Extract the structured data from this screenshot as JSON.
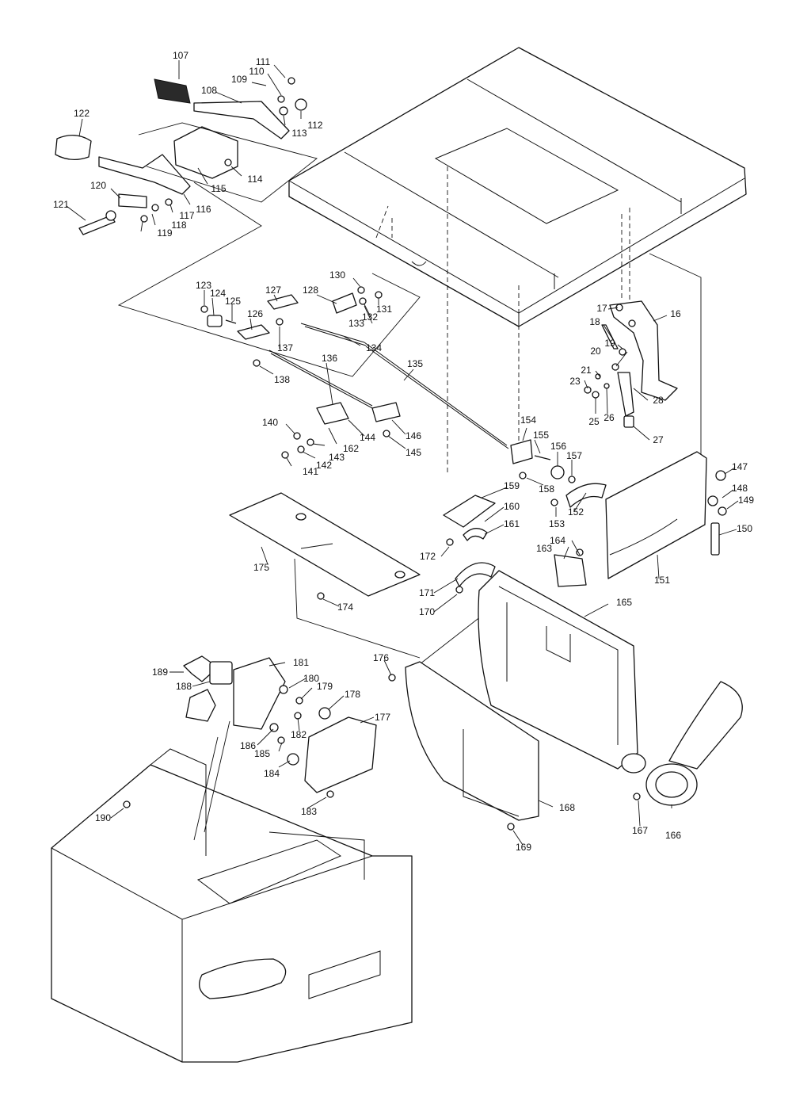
{
  "labels": {
    "p16": "16",
    "p17": "17",
    "p18": "18",
    "p19": "19",
    "p20": "20",
    "p21": "21",
    "p23": "23",
    "p25": "25",
    "p26": "26",
    "p27": "27",
    "p28": "28",
    "p107": "107",
    "p108": "108",
    "p109": "109",
    "p110": "110",
    "p111": "111",
    "p112": "112",
    "p113": "113",
    "p114": "114",
    "p115": "115",
    "p116": "116",
    "p117": "117",
    "p118": "118",
    "p119": "119",
    "p120": "120",
    "p121": "121",
    "p122": "122",
    "p123": "123",
    "p124": "124",
    "p125": "125",
    "p126": "126",
    "p127": "127",
    "p128": "128",
    "p130": "130",
    "p131": "131",
    "p132": "132",
    "p133": "133",
    "p134": "134",
    "p135": "135",
    "p136": "136",
    "p137": "137",
    "p138": "138",
    "p140": "140",
    "p141": "141",
    "p142": "142",
    "p143": "143",
    "p144": "144",
    "p145": "145",
    "p146": "146",
    "p147": "147",
    "p148": "148",
    "p149": "149",
    "p150": "150",
    "p151": "151",
    "p152": "152",
    "p153": "153",
    "p154": "154",
    "p155": "155",
    "p156": "156",
    "p157": "157",
    "p158": "158",
    "p159": "159",
    "p160": "160",
    "p161": "161",
    "p162": "162",
    "p163": "163",
    "p164": "164",
    "p165": "165",
    "p166": "166",
    "p167": "167",
    "p168": "168",
    "p169": "169",
    "p170": "170",
    "p171": "171",
    "p172": "172",
    "p174": "174",
    "p175": "175",
    "p176": "176",
    "p177": "177",
    "p178": "178",
    "p179": "179",
    "p180": "180",
    "p181": "181",
    "p182": "182",
    "p183": "183",
    "p184": "184",
    "p185": "185",
    "p186": "186",
    "p188": "188",
    "p189": "189",
    "p190": "190"
  }
}
